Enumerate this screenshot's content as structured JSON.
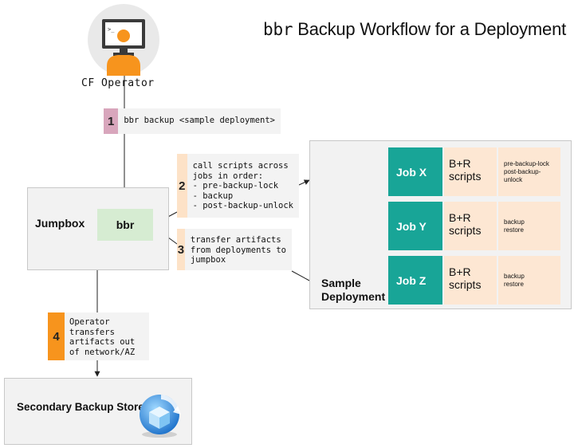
{
  "title": {
    "mono_part": "bbr",
    "rest": " Backup Workflow for a Deployment"
  },
  "operator": {
    "label": "CF Operator",
    "icon": "monitor-user-icon",
    "terminal_prompt": ">_"
  },
  "steps": [
    {
      "number": "1",
      "text": "bbr backup <sample deployment>",
      "color": "#d8a6bc"
    },
    {
      "number": "2",
      "text": "call scripts across\njobs in order:\n- pre-backup-lock\n- backup\n- post-backup-unlock",
      "color": "#fde2c7"
    },
    {
      "number": "3",
      "text": "transfer artifacts\nfrom deployments to\njumpbox",
      "color": "#fde2c7"
    },
    {
      "number": "4",
      "text": "Operator\ntransfers\nartifacts out\nof network/AZ",
      "color": "#f7941d"
    }
  ],
  "jumpbox": {
    "label": "Jumpbox",
    "bbr_label": "bbr"
  },
  "deployment": {
    "label": "Sample\nDeployment",
    "jobs": [
      {
        "name": "Job X",
        "br": "B+R\nscripts",
        "scripts": [
          "pre-backup-lock",
          "post-backup-unlock"
        ]
      },
      {
        "name": "Job Y",
        "br": "B+R\nscripts",
        "scripts": [
          "backup",
          "restore"
        ]
      },
      {
        "name": "Job Z",
        "br": "B+R\nscripts",
        "scripts": [
          "backup",
          "restore"
        ]
      }
    ]
  },
  "store": {
    "label": "Secondary Backup Store",
    "icon": "backup-cube-icon"
  },
  "colors": {
    "teal": "#18a597",
    "peach": "#fde7d3",
    "green": "#d6ecd2",
    "orange": "#f7941d",
    "pink": "#d8a6bc"
  }
}
